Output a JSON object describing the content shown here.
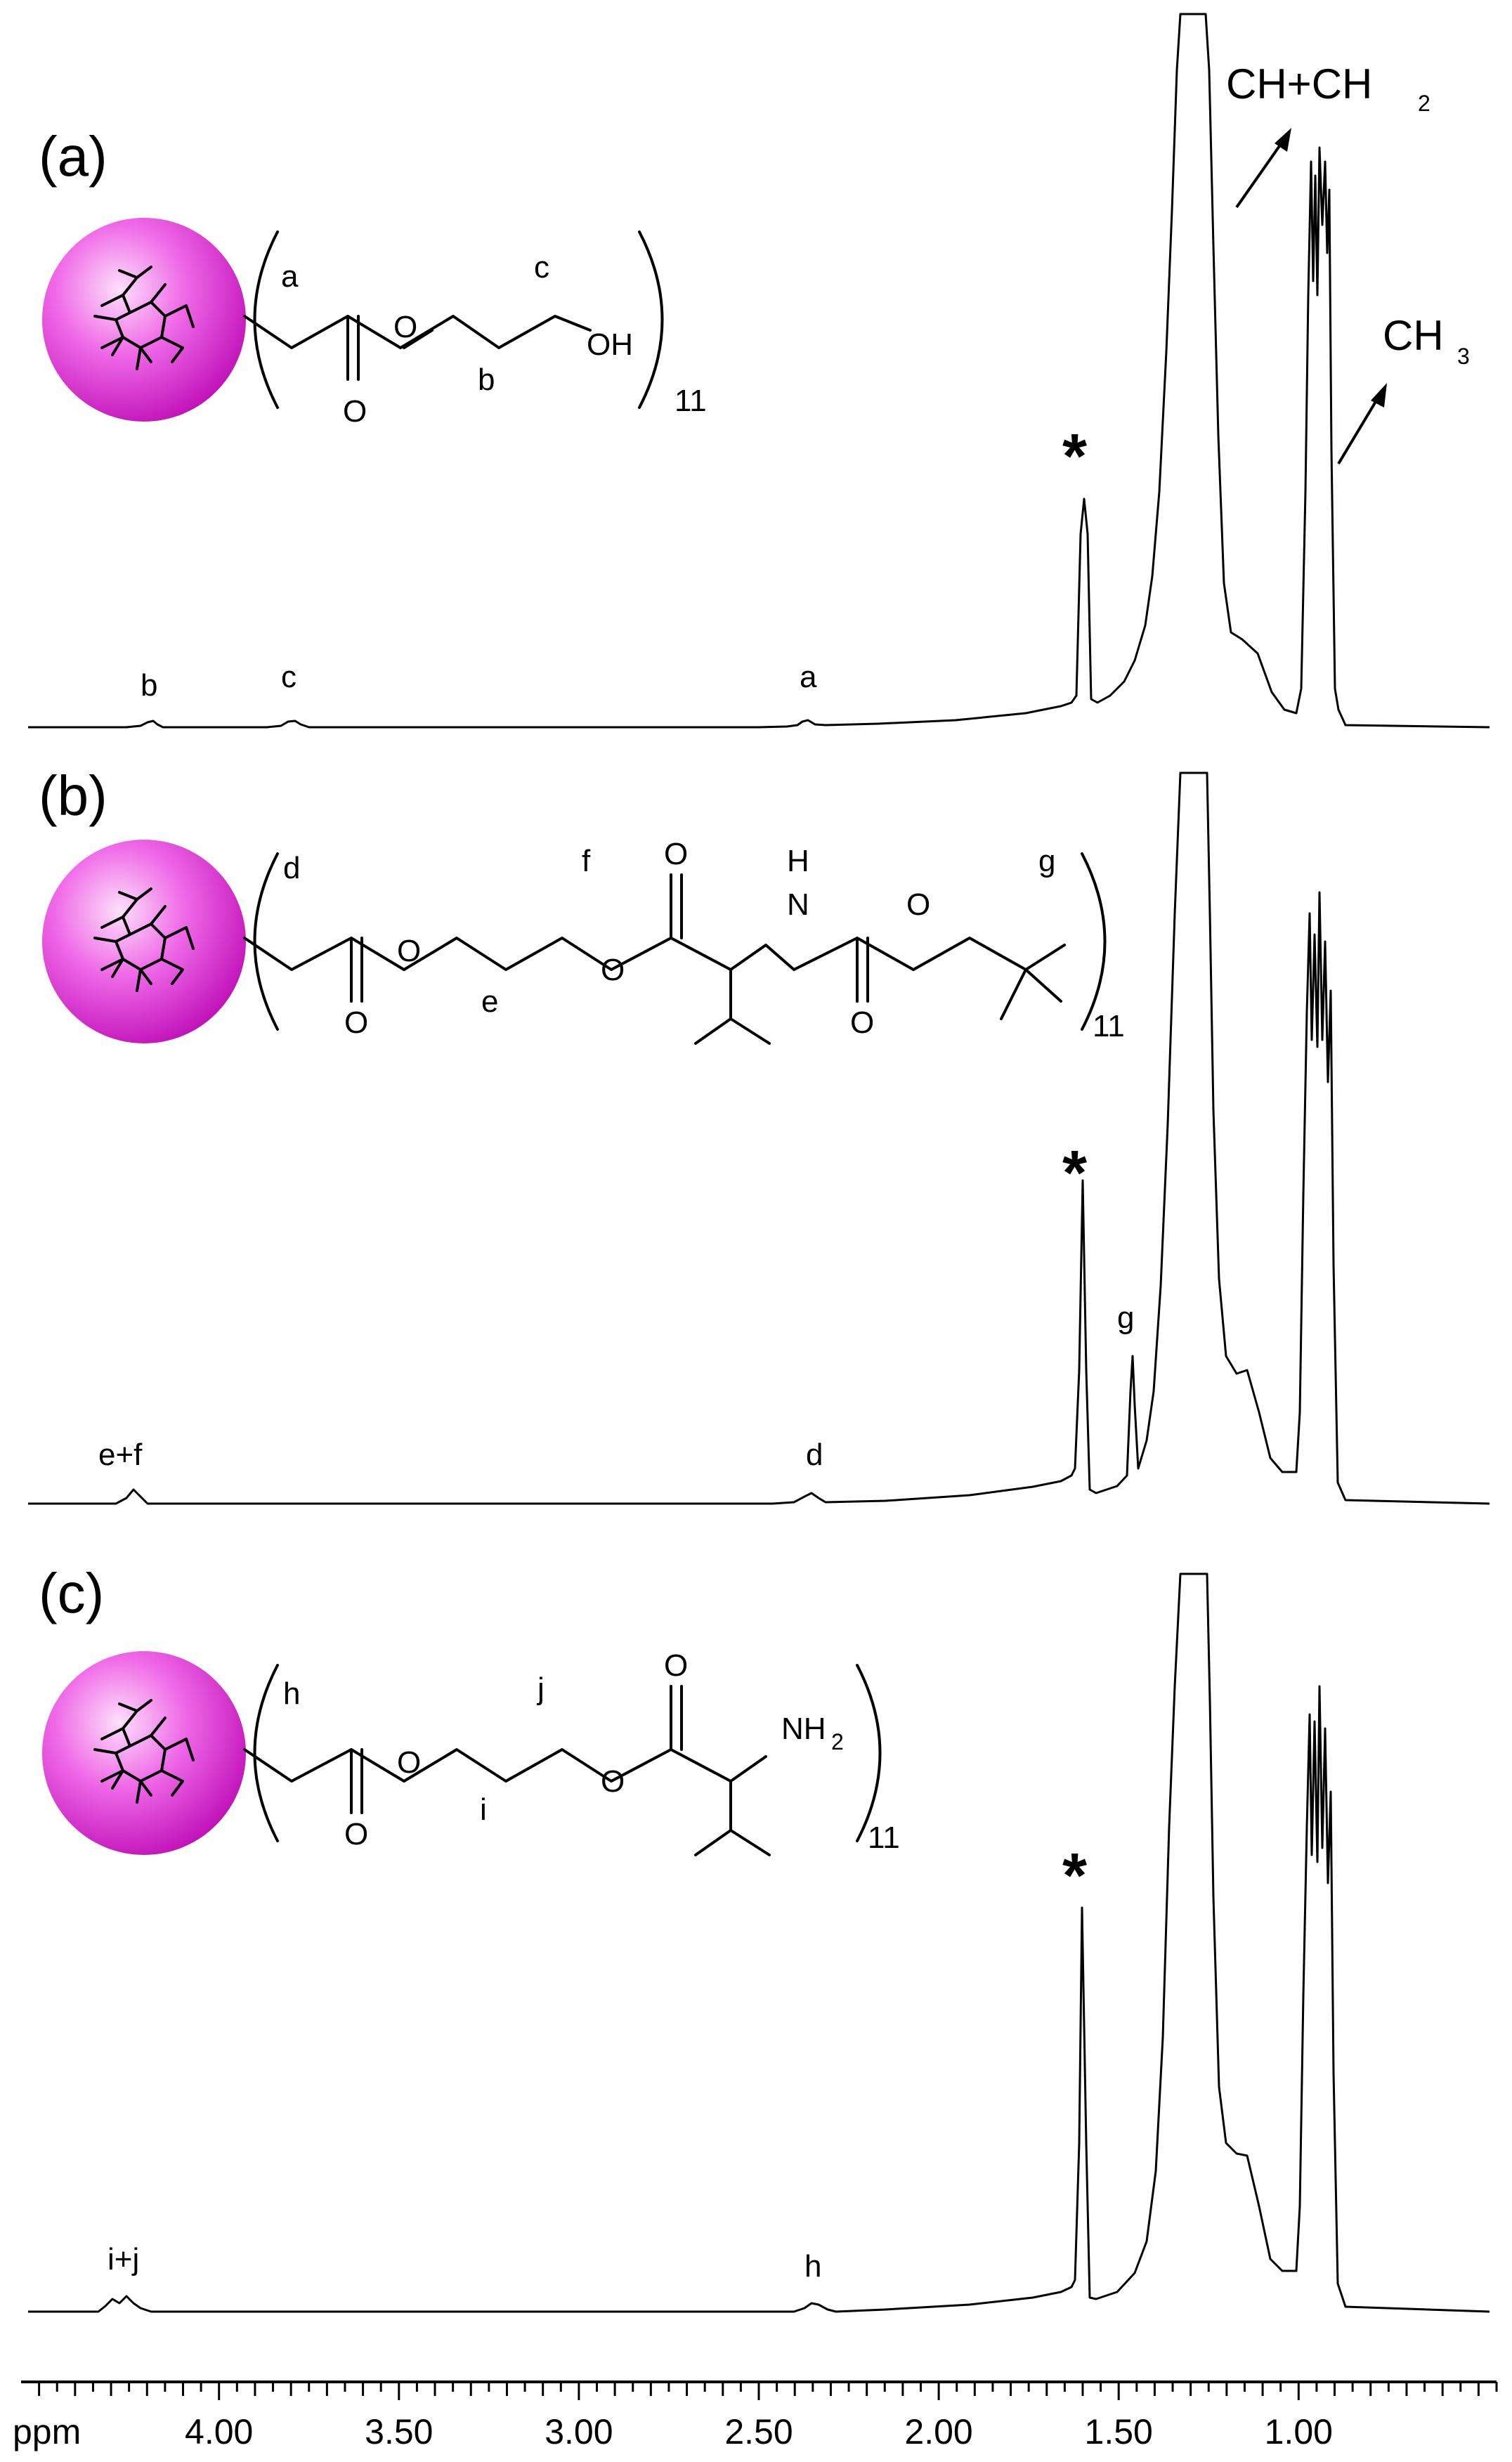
{
  "chart_data": {
    "type": "line",
    "axis": {
      "unit_label": "ppm",
      "reversed": true,
      "xlim": [
        4.55,
        0.45
      ],
      "ticks": [
        4.0,
        3.5,
        3.0,
        2.5,
        2.0,
        1.5,
        1.0
      ],
      "tick_labels": [
        "4.00",
        "3.50",
        "3.00",
        "2.50",
        "2.00",
        "1.50",
        "1.00"
      ]
    },
    "panels": [
      {
        "label": "(a)",
        "repeat_count": "11",
        "atom_labels": {
          "first": "a",
          "second": "b",
          "third": "c",
          "end_group": "OH"
        },
        "peaks": [
          {
            "label": "b",
            "ppm": 4.22,
            "height": 0.02
          },
          {
            "label": "c",
            "ppm": 3.83,
            "height": 0.02
          },
          {
            "label": "a",
            "ppm": 2.35,
            "height": 0.02
          },
          {
            "label": "*",
            "ppm": 1.56,
            "height": 0.33
          }
        ],
        "annotations": {
          "ch_ch2": "CH+CH",
          "ch_ch2_sub": "2",
          "ch3": "CH",
          "ch3_sub": "3"
        }
      },
      {
        "label": "(b)",
        "repeat_count": "11",
        "atom_labels": {
          "d": "d",
          "e": "e",
          "f": "f",
          "g": "g",
          "nh": "N",
          "h_atom": "H"
        },
        "peaks": [
          {
            "label": "e+f",
            "ppm": 4.27,
            "height": 0.04
          },
          {
            "label": "d",
            "ppm": 2.35,
            "height": 0.03
          },
          {
            "label": "*",
            "ppm": 1.57,
            "height": 0.47
          },
          {
            "label": "g",
            "ppm": 1.44,
            "height": 0.22
          }
        ]
      },
      {
        "label": "(c)",
        "repeat_count": "11",
        "atom_labels": {
          "h": "h",
          "i": "i",
          "j": "j",
          "amine": "NH",
          "amine_sub": "2"
        },
        "peaks": [
          {
            "label": "i+j",
            "ppm": 4.27,
            "height": 0.04
          },
          {
            "label": "h",
            "ppm": 2.33,
            "height": 0.03
          },
          {
            "label": "*",
            "ppm": 1.57,
            "height": 0.56
          }
        ]
      }
    ],
    "shared_atoms": {
      "oxygen": "O"
    }
  }
}
